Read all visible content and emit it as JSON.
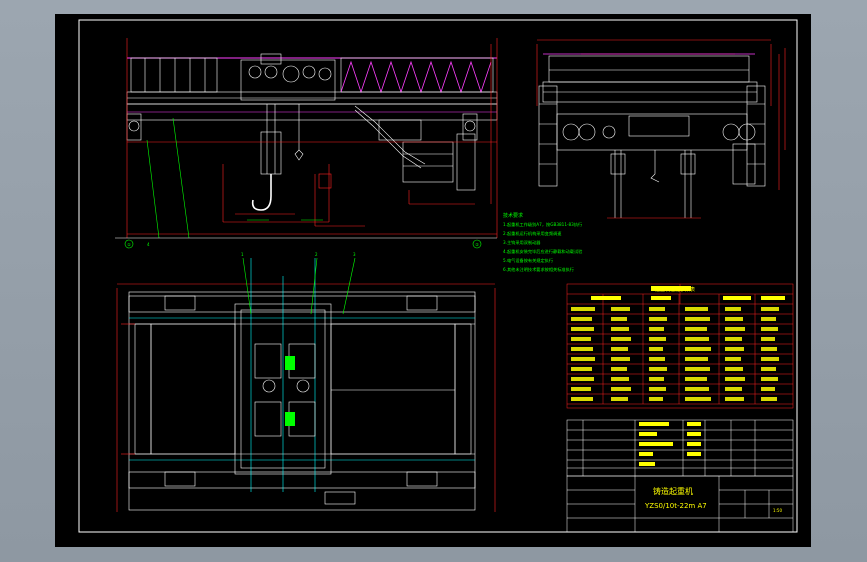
{
  "drawing": {
    "title_cn": "铸造起重机",
    "model": "YZS0/10t-22m A7",
    "scale": "1:50",
    "tech_params_title": "起重机性能参数表",
    "notes_title": "技术要求",
    "notes_lines": [
      "1.起重机工作级别A7，按GB3811-83执行",
      "2.起重机运行机构采用变频调速",
      "3.主钩采用双制动器",
      "4.起重机安装完毕后应进行静载和动载试验",
      "5.电气设备按有关规定执行",
      "6.其他未注明技术要求按相关标准执行"
    ],
    "grid_markers": [
      "①",
      "②"
    ],
    "callout_numbers": [
      "1",
      "2",
      "3",
      "4"
    ]
  },
  "colors": {
    "background": "#000000",
    "outer": "#9ca6b0",
    "frame": "#ffffff",
    "structure": "#ffffff",
    "dimension": "#ff2020",
    "center_line": "#ff3030",
    "highlight": "#ff40ff",
    "leader": "#00ff00",
    "hidden": "#00ffff",
    "accent": "#ffff00"
  }
}
